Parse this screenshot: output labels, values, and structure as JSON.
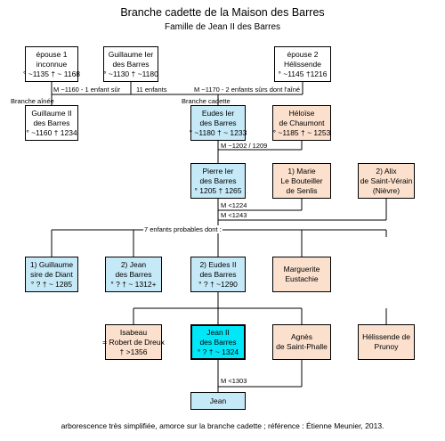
{
  "title": "Branche cadette de la Maison des Barres",
  "subtitle": "Famille de Jean II des Barres",
  "persons": {
    "epouse1": [
      "épouse 1",
      "inconnue",
      "° ~1135 † ~ 1168"
    ],
    "guillaume1": [
      "Guillaume Ier",
      "des Barres",
      "° ~1130 † ~1180"
    ],
    "epouse2": [
      "épouse 2",
      "Hélissende",
      "° ~1145 †1216"
    ],
    "guillaume2": [
      "Guillaume II",
      "des Barres",
      "° ~1160 † 1234"
    ],
    "eudes1": [
      "Eudes Ier",
      "des Barres",
      "° ~1180 † ~ 1233"
    ],
    "heloise": [
      "Héloïse",
      "de Chaumont",
      "° ~1185 † ~ 1253"
    ],
    "pierre1": [
      "Pierre Ier",
      "des Barres",
      "° 1205 † 1265"
    ],
    "marie": [
      "1) Marie",
      "Le Bouteiller",
      "de Senlis"
    ],
    "alix": [
      "2) Alix",
      "de Saint-Vérain",
      "(Nièvre)"
    ],
    "guillaumeDiant": [
      "1) Guillaume",
      "sire de Diant",
      "° ?  † ~ 1285"
    ],
    "jean2child": [
      "2) Jean",
      "des Barres",
      "° ?  † ~ 1312+"
    ],
    "eudes2": [
      "2) Eudes II",
      "des Barres",
      "° ?  † ~1290"
    ],
    "marguerite": [
      "Marguerite",
      "Eustachie"
    ],
    "isabeau": [
      "Isabeau",
      "=  Robert de Dreux",
      "† >1356"
    ],
    "jean2": [
      "Jean II",
      "des Barres",
      "° ?  † ~ 1324"
    ],
    "agnes": [
      "Agnès",
      "de Saint-Phalle"
    ],
    "helissende": [
      "Hélissende   de",
      "Prunoy"
    ],
    "jean": [
      "Jean"
    ]
  },
  "labels": {
    "m1160": "M ~1160 - 1 enfant sûr",
    "enfants11": "11 enfants",
    "m1170": "M ~1170 - 2 enfants sûrs dont l'aîné",
    "brancheAinee": "Branche aînée",
    "brancheCadette": "Branche cadette",
    "m1202": "M ~1202 / 1209",
    "m1224": "M <1224",
    "m1243": "M <1243",
    "enfants7": "7 enfants probables dont :",
    "m1303": "M <1303"
  },
  "footer": "arborescence très simplifiée,  amorce sur la branche cadette ; référence :  Étienne Meunier, 2013.",
  "colors": {
    "paternal": "#c6e9f8",
    "spouse": "#fbe0cd",
    "subject": "#00e8f8",
    "neutral": "#ffffff"
  }
}
